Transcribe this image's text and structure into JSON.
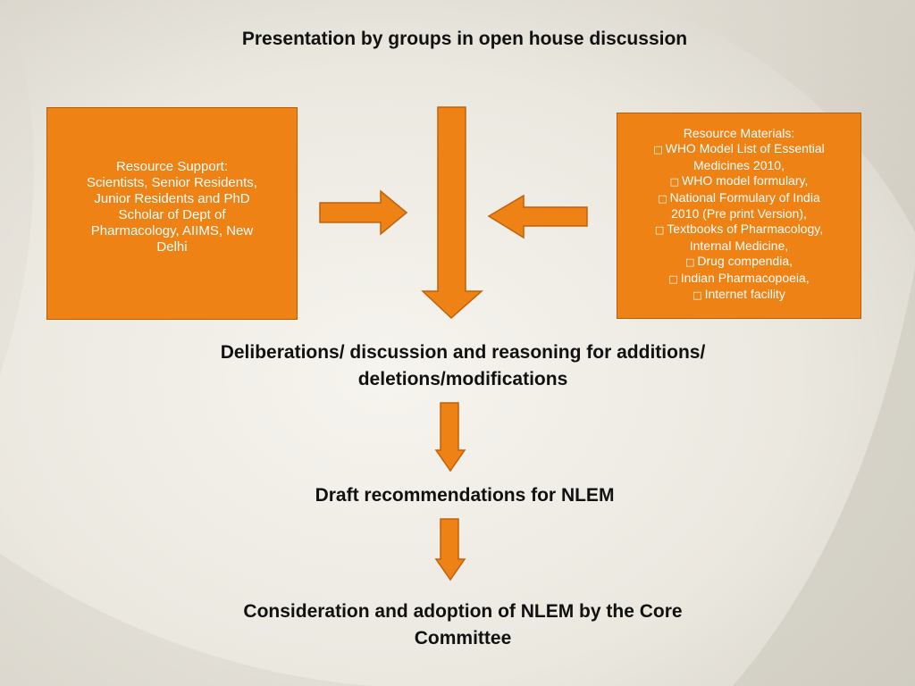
{
  "title": "Presentation by groups in open house discussion",
  "resource_support": {
    "lines": [
      "Resource Support:",
      "Scientists, Senior Residents,",
      "Junior Residents and PhD",
      "Scholar of Dept of",
      "Pharmacology, AIIMS, New",
      "Delhi"
    ]
  },
  "resource_materials": {
    "heading": "Resource Materials:",
    "bullet": "□",
    "items": [
      {
        "lines": [
          "WHO Model List of Essential",
          "Medicines 2010,"
        ]
      },
      {
        "lines": [
          "WHO model formulary,"
        ]
      },
      {
        "lines": [
          "National Formulary of India",
          "2010 (Pre print Version),"
        ]
      },
      {
        "lines": [
          "Textbooks of Pharmacology,",
          "Internal Medicine,"
        ]
      },
      {
        "lines": [
          "Drug compendia,"
        ]
      },
      {
        "lines": [
          "Indian Pharmacopoeia,"
        ]
      },
      {
        "lines": [
          "Internet facility"
        ]
      }
    ]
  },
  "deliberations": {
    "line1": "Deliberations/ discussion and reasoning for additions/",
    "line2": "deletions/modifications"
  },
  "draft": "Draft recommendations for NLEM",
  "consideration": {
    "line1": "Consideration and adoption of NLEM by the Core",
    "line2": "Committee"
  },
  "colors": {
    "box_fill": "#ef8214",
    "arrow_fill": "#ef8214",
    "arrow_stroke": "#bf620b",
    "background": "#f3f1ea"
  }
}
